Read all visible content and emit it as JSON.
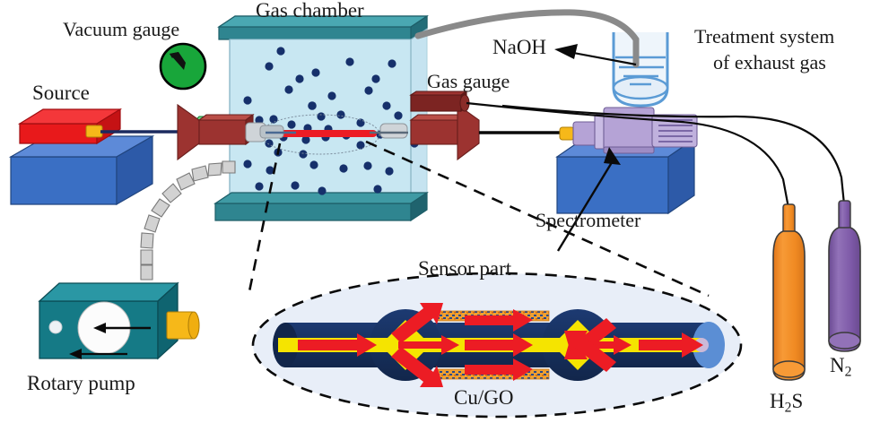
{
  "figure": {
    "kind": "experimental-setup-schematic",
    "description": "Optical fiber H2S gas sensing experimental setup with gas chamber, spectrometer and exhaust treatment"
  },
  "labels": {
    "source": "Source",
    "vacuum_gauge": "Vacuum gauge",
    "gas_chamber": "Gas chamber",
    "gas_gauge": "Gas gauge",
    "naoh": "NaOH",
    "treatment_line1": "Treatment system",
    "treatment_line2": "of exhaust gas",
    "spectrometer": "Spectrometer",
    "rotary_pump": "Rotary pump",
    "sensor_part": "Sensor part",
    "cu_go": "Cu/GO",
    "h2s_main": "H",
    "h2s_sub": "2",
    "h2s_tail": "S",
    "n2_main": "N",
    "n2_sub": "2"
  },
  "colors": {
    "source_box_top": "#e8191b",
    "source_box_base": "#3a6fc4",
    "connector_yellow": "#f6b819",
    "chamber_glass": "#c8e7f2",
    "chamber_frame": "#2f8590",
    "gauge_green": "#18a63a",
    "connector_maroon": "#9c3330",
    "pump_teal": "#157a86",
    "spectrometer_body": "#b5a3d6",
    "spectrometer_base": "#3a6fc4",
    "beaker_blue": "#5b9bd5",
    "cylinder_h2s": "#f08a22",
    "cylinder_n2": "#7e5aa8",
    "particle": "#16306b",
    "fiber_cladding": "#17315f",
    "fiber_core": "#f5e400",
    "light_arrow": "#ec1c24",
    "cu_go_coating": "#f0a030",
    "sensor_halo": "#e8eef8",
    "tube_gray": "#9a9a9a",
    "dashed_black": "#000000"
  },
  "chamber": {
    "particle_count": 42,
    "sensor_strip_color": "#ec1c24"
  },
  "sensor_detail": {
    "taper_count": 2,
    "coating_label": "Cu/GO",
    "arrow_rows": 3
  }
}
